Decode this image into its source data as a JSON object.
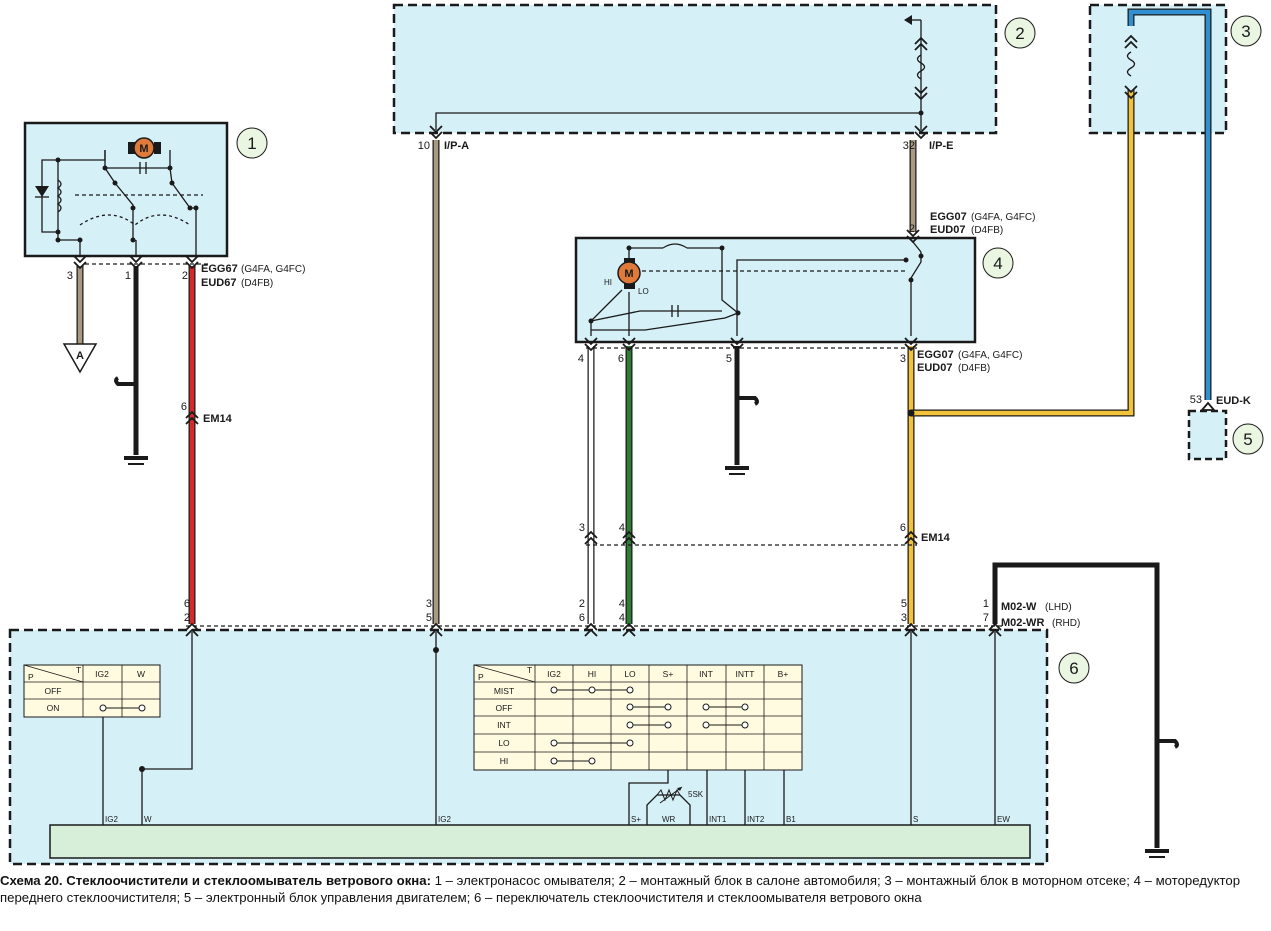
{
  "colors": {
    "block_fill": "#d6f0f8",
    "wire_red": "#d42a2a",
    "wire_tan": "#a89a80",
    "wire_green": "#2f7d35",
    "wire_yellow": "#f2c23a",
    "wire_blue": "#2f8fd0",
    "wire_black": "#1a1a1a",
    "motor": "#e07a3a",
    "ecu_bar": "#d7eed8"
  },
  "callouts": [
    "1",
    "2",
    "3",
    "4",
    "5",
    "6"
  ],
  "ground_label": "A",
  "connectors": {
    "pump": {
      "pins": [
        "3",
        "1",
        "2"
      ],
      "name1": "EGG67",
      "sub1": "(G4FA, G4FC)",
      "name2": "EUD67",
      "sub2": "(D4FB)"
    },
    "em14_left": {
      "pin": "6",
      "name": "EM14"
    },
    "ipa": {
      "pin": "10",
      "name": "I/P-A"
    },
    "ipe": {
      "pin": "32",
      "name": "I/P-E"
    },
    "motor_top": {
      "pin": "2",
      "name1": "EGG07",
      "sub1": "(G4FA, G4FC)",
      "name2": "EUD07",
      "sub2": "(D4FB)"
    },
    "motor_bottom": {
      "pins": [
        "4",
        "6",
        "5",
        "3"
      ],
      "name1": "EGG07",
      "sub1": "(G4FA, G4FC)",
      "name2": "EUD07",
      "sub2": "(D4FB)"
    },
    "em14_mid": {
      "pins": [
        "3",
        "4",
        "6"
      ],
      "name": "EM14"
    },
    "ecu": {
      "pin": "53",
      "name": "EUD-K"
    },
    "switch_top": {
      "upper": [
        "6",
        "3",
        "2",
        "4",
        "5",
        "1"
      ],
      "lower": [
        "2",
        "5",
        "6",
        "4",
        "3",
        "7"
      ],
      "name1": "M02-W",
      "sub1": "(LHD)",
      "name2": "M02-WR",
      "sub2": "(RHD)"
    }
  },
  "motor_labels": {
    "m": "M",
    "hi": "HI",
    "lo": "LO"
  },
  "table_small": {
    "header": [
      "P",
      "T",
      "IG2",
      "W"
    ],
    "rows": [
      "OFF",
      "ON"
    ]
  },
  "table_big": {
    "header": [
      "P",
      "T",
      "IG2",
      "HI",
      "LO",
      "S+",
      "INT",
      "INTT",
      "B+"
    ],
    "rows": [
      "MIST",
      "OFF",
      "INT",
      "LO",
      "HI"
    ]
  },
  "ecu_bar_labels": [
    "IG2",
    "W",
    "IG2",
    "S+",
    "WR",
    "INT1",
    "INT2",
    "B1",
    "S",
    "EW"
  ],
  "resistor_label": "5SK",
  "caption": {
    "title": "Схема 20. Стеклоочистители и стеклоомыватель ветрового окна:",
    "text": " 1 – электронасос омывателя; 2 – монтажный блок в салоне автомобиля; 3 – монтажный блок в моторном отсеке; 4 – моторедуктор переднего стеклоочистителя; 5 – электронный блок управления двигателем; 6 – переключатель стеклоочистителя и стеклоомывателя ветрового окна"
  }
}
